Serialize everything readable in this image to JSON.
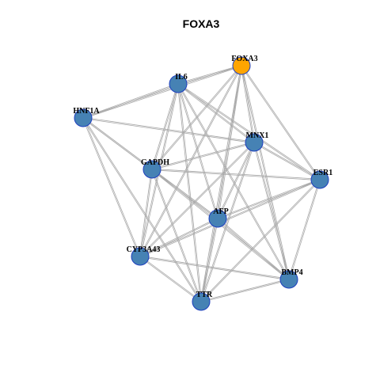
{
  "title": "FOXA3",
  "colors": {
    "focus_node": "#FFA500",
    "node": "#4682B4",
    "node_border": "#1E3FBF",
    "edge": "#A9A9A9"
  },
  "nodes": [
    {
      "id": "FOXA3",
      "label": "FOXA3",
      "focus": true
    },
    {
      "id": "IL6",
      "label": "IL6"
    },
    {
      "id": "HNF1A",
      "label": "HNF1A"
    },
    {
      "id": "MNX1",
      "label": "MNX1"
    },
    {
      "id": "GAPDH",
      "label": "GAPDH"
    },
    {
      "id": "ESR1",
      "label": "ESR1"
    },
    {
      "id": "AFP",
      "label": "AFP"
    },
    {
      "id": "CYP3A43",
      "label": "CYP3A43"
    },
    {
      "id": "BMP4",
      "label": "BMP4"
    },
    {
      "id": "TTR",
      "label": "TTR"
    }
  ],
  "edges": [
    [
      "FOXA3",
      "IL6"
    ],
    [
      "FOXA3",
      "HNF1A"
    ],
    [
      "FOXA3",
      "MNX1"
    ],
    [
      "FOXA3",
      "GAPDH"
    ],
    [
      "FOXA3",
      "ESR1"
    ],
    [
      "FOXA3",
      "AFP"
    ],
    [
      "FOXA3",
      "CYP3A43"
    ],
    [
      "FOXA3",
      "BMP4"
    ],
    [
      "FOXA3",
      "TTR"
    ],
    [
      "IL6",
      "HNF1A"
    ],
    [
      "IL6",
      "MNX1"
    ],
    [
      "IL6",
      "GAPDH"
    ],
    [
      "IL6",
      "ESR1"
    ],
    [
      "IL6",
      "AFP"
    ],
    [
      "IL6",
      "CYP3A43"
    ],
    [
      "IL6",
      "BMP4"
    ],
    [
      "IL6",
      "TTR"
    ],
    [
      "HNF1A",
      "MNX1"
    ],
    [
      "HNF1A",
      "GAPDH"
    ],
    [
      "HNF1A",
      "AFP"
    ],
    [
      "HNF1A",
      "CYP3A43"
    ],
    [
      "HNF1A",
      "TTR"
    ],
    [
      "MNX1",
      "GAPDH"
    ],
    [
      "MNX1",
      "ESR1"
    ],
    [
      "MNX1",
      "AFP"
    ],
    [
      "MNX1",
      "CYP3A43"
    ],
    [
      "MNX1",
      "BMP4"
    ],
    [
      "MNX1",
      "TTR"
    ],
    [
      "GAPDH",
      "ESR1"
    ],
    [
      "GAPDH",
      "AFP"
    ],
    [
      "GAPDH",
      "CYP3A43"
    ],
    [
      "GAPDH",
      "BMP4"
    ],
    [
      "GAPDH",
      "TTR"
    ],
    [
      "ESR1",
      "AFP"
    ],
    [
      "ESR1",
      "CYP3A43"
    ],
    [
      "ESR1",
      "BMP4"
    ],
    [
      "ESR1",
      "TTR"
    ],
    [
      "AFP",
      "CYP3A43"
    ],
    [
      "AFP",
      "BMP4"
    ],
    [
      "AFP",
      "TTR"
    ],
    [
      "CYP3A43",
      "BMP4"
    ],
    [
      "CYP3A43",
      "TTR"
    ],
    [
      "BMP4",
      "TTR"
    ]
  ]
}
